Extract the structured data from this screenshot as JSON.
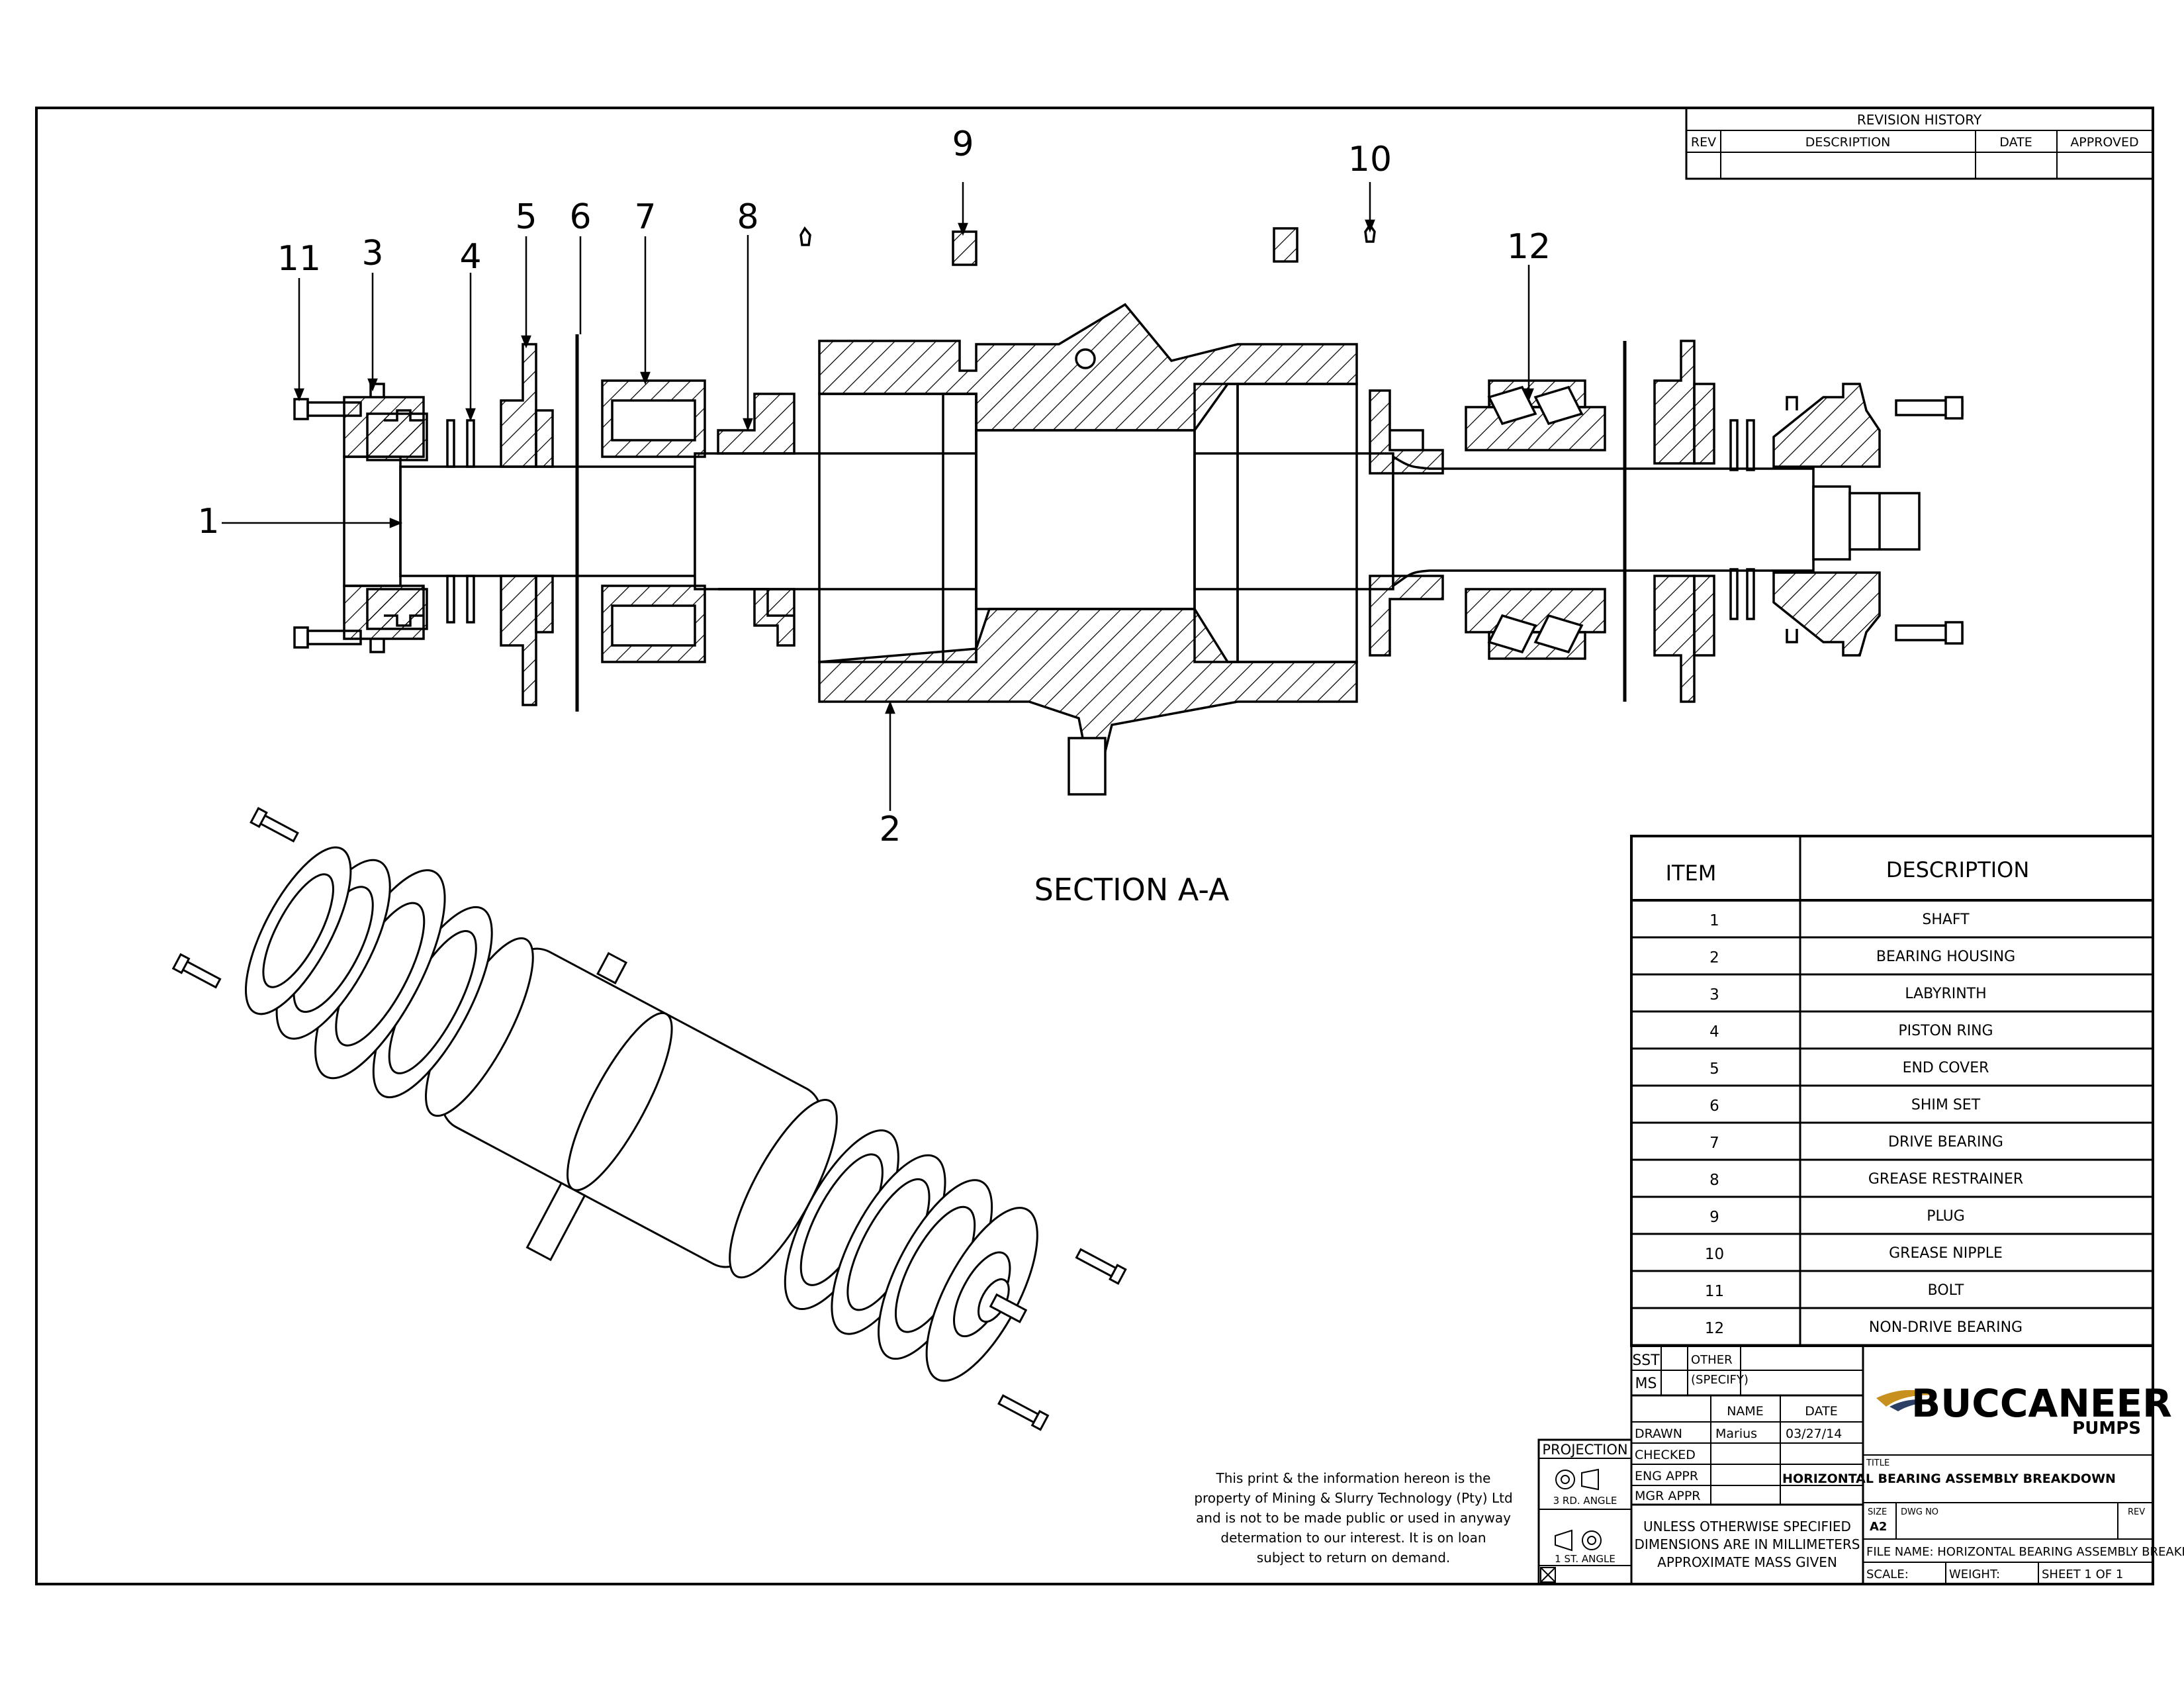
{
  "revision_history": {
    "title": "REVISION HISTORY",
    "columns": [
      "REV",
      "DESCRIPTION",
      "DATE",
      "APPROVED"
    ]
  },
  "section_label": "SECTION A-A",
  "balloons": [
    "1",
    "2",
    "3",
    "4",
    "5",
    "6",
    "7",
    "8",
    "9",
    "10",
    "11",
    "12"
  ],
  "bom": {
    "headers": [
      "ITEM",
      "DESCRIPTION"
    ],
    "rows": [
      {
        "item": "1",
        "description": "SHAFT"
      },
      {
        "item": "2",
        "description": "BEARING HOUSING"
      },
      {
        "item": "3",
        "description": "LABYRINTH"
      },
      {
        "item": "4",
        "description": "PISTON RING"
      },
      {
        "item": "5",
        "description": "END COVER"
      },
      {
        "item": "6",
        "description": "SHIM SET"
      },
      {
        "item": "7",
        "description": "DRIVE BEARING"
      },
      {
        "item": "8",
        "description": "GREASE RESTRAINER"
      },
      {
        "item": "9",
        "description": "PLUG"
      },
      {
        "item": "10",
        "description": "GREASE NIPPLE"
      },
      {
        "item": "11",
        "description": "BOLT"
      },
      {
        "item": "12",
        "description": "NON-DRIVE BEARING"
      }
    ]
  },
  "material": {
    "sst": "SST",
    "ms": "MS",
    "other_line1": "OTHER",
    "other_line2": "(SPECIFY)"
  },
  "approvals": {
    "name_header": "NAME",
    "date_header": "DATE",
    "rows": [
      {
        "label": "DRAWN",
        "name": "Marius",
        "date": "03/27/14"
      },
      {
        "label": "CHECKED",
        "name": "",
        "date": ""
      },
      {
        "label": "ENG APPR",
        "name": "",
        "date": ""
      },
      {
        "label": "MGR APPR",
        "name": "",
        "date": ""
      }
    ]
  },
  "projection": {
    "title": "PROJECTION",
    "third_angle": "3 RD. ANGLE",
    "first_angle": "1 ST. ANGLE"
  },
  "notes": {
    "line1": "UNLESS OTHERWISE SPECIFIED",
    "line2": "DIMENSIONS ARE IN MILLIMETERS",
    "line3": "APPROXIMATE MASS GIVEN"
  },
  "disclaimer": [
    "This print & the information hereon is the",
    "property of Mining & Slurry Technology (Pty) Ltd",
    "and is not to be made public or used in anyway",
    "determation  to our interest. It is on loan",
    "subject to return on demand."
  ],
  "company": {
    "name": "BUCCANEER",
    "sub": "PUMPS",
    "accent": "#c8901c"
  },
  "title_block": {
    "title_label": "TITLE",
    "title": "HORIZONTAL BEARING ASSEMBLY BREAKDOWN",
    "size_label": "SIZE",
    "size": "A2",
    "dwg_no_label": "DWG NO",
    "rev_label": "REV",
    "file_name": "FILE NAME: HORIZONTAL BEARING ASSEMBLY BREAKDOWN.dft",
    "scale": "SCALE:",
    "weight": "WEIGHT:",
    "sheet": "SHEET 1 OF 1"
  }
}
